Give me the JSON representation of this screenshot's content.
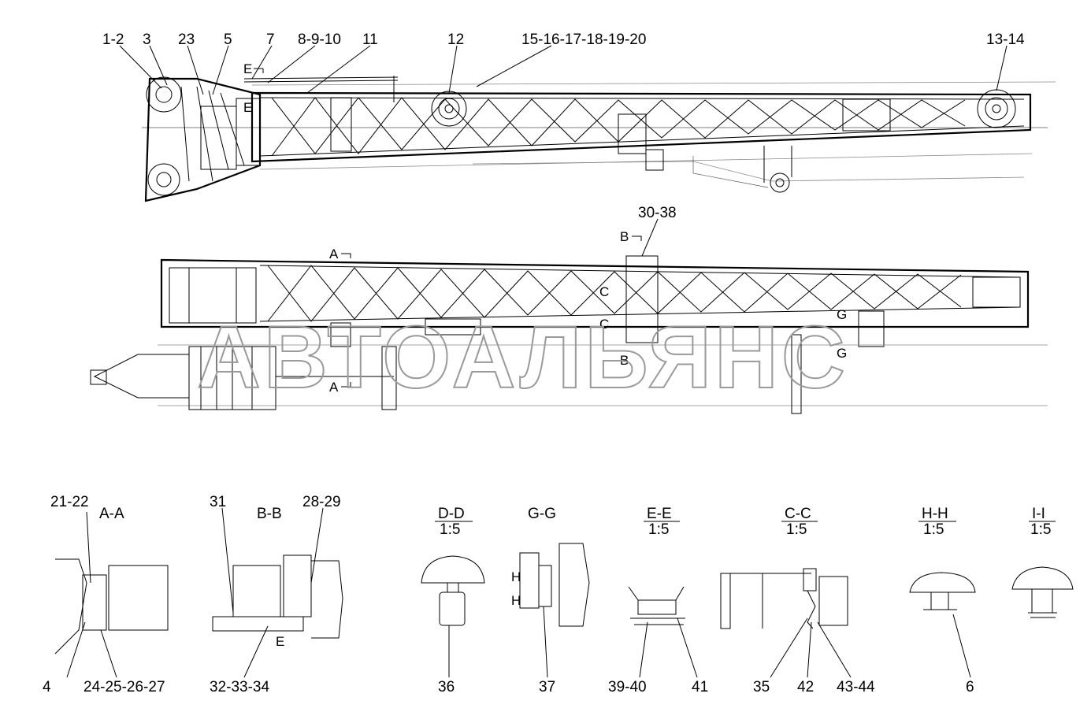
{
  "watermark": "АВТОАЛЬЯНС",
  "top_view_callouts": [
    "1-2",
    "3",
    "23",
    "5",
    "7",
    "8-9-10",
    "11",
    "12",
    "15-16-17-18-19-20",
    "13-14"
  ],
  "middle_view_callouts": [
    "30-38"
  ],
  "section_markers": {
    "e_top": "E",
    "e_bottom": "E",
    "a_top": "A",
    "a_bottom": "A",
    "b_top": "B",
    "b_bottom": "B",
    "c_top": "C",
    "c_bottom": "C",
    "g_top": "G",
    "g_bottom": "G"
  },
  "sections": [
    {
      "title": "A-A",
      "scale": ""
    },
    {
      "title": "B-B",
      "scale": ""
    },
    {
      "title": "D-D",
      "scale": "1:5"
    },
    {
      "title": "G-G",
      "scale": ""
    },
    {
      "title": "E-E",
      "scale": "1:5"
    },
    {
      "title": "C-C",
      "scale": "1:5"
    },
    {
      "title": "H-H",
      "scale": "1:5"
    },
    {
      "title": "I-I",
      "scale": "1:5"
    }
  ],
  "section_callouts": {
    "aa_top": "21-22",
    "aa_bottom_left": "4",
    "aa_bottom_right": "24-25-26-27",
    "bb_top_left": "31",
    "bb_top_right": "28-29",
    "bb_bottom": "32-33-34",
    "bb_marker": "E",
    "dd_bottom": "36",
    "gg_bottom": "37",
    "gg_h_upper": "H",
    "gg_h_lower": "H",
    "ee_bottom_left": "39-40",
    "ee_bottom_right": "41",
    "cc_bottom_1": "35",
    "cc_bottom_2": "42",
    "cc_bottom_3": "43-44",
    "hh_bottom": "6"
  }
}
